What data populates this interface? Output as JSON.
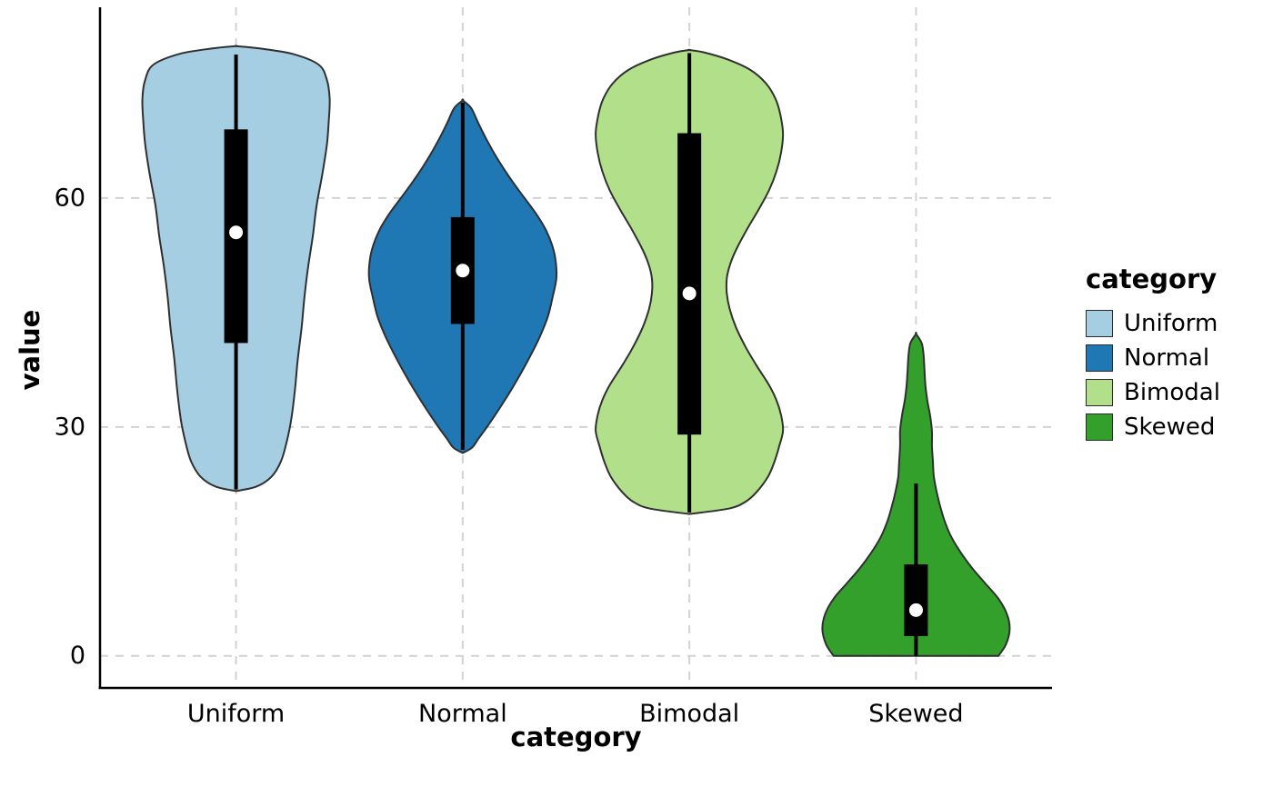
{
  "chart_data": {
    "type": "violin",
    "title": "",
    "xlabel": "category",
    "ylabel": "value",
    "yticks": [
      0,
      30,
      60
    ],
    "ylim": [
      -4.2,
      85
    ],
    "grid": {
      "style": "dashed",
      "color": "#d2d2d2"
    },
    "legend": {
      "title": "category",
      "position": "right"
    },
    "categories": [
      "Uniform",
      "Normal",
      "Bimodal",
      "Skewed"
    ],
    "style": {
      "outline_color": "#2f2f2f",
      "box_color": "#000000",
      "median_dot_color": "#ffffff",
      "axis_color": "#000000"
    },
    "series": [
      {
        "name": "Uniform",
        "color": "#a6cee3",
        "stats": {
          "median": 55.5,
          "q1": 41,
          "q3": 69,
          "min": 21.8,
          "max": 78.8
        },
        "density": [
          [
            21.6,
            0
          ],
          [
            22.2,
            0.22
          ],
          [
            23.5,
            0.38
          ],
          [
            25.5,
            0.48
          ],
          [
            28,
            0.54
          ],
          [
            31,
            0.59
          ],
          [
            35,
            0.63
          ],
          [
            39,
            0.66
          ],
          [
            43,
            0.7
          ],
          [
            47,
            0.73
          ],
          [
            51,
            0.77
          ],
          [
            55,
            0.82
          ],
          [
            59,
            0.86
          ],
          [
            63,
            0.92
          ],
          [
            67,
            0.97
          ],
          [
            70,
            0.99
          ],
          [
            73,
            1.0
          ],
          [
            75.5,
            0.97
          ],
          [
            77.5,
            0.88
          ],
          [
            78.9,
            0.6
          ],
          [
            79.6,
            0.25
          ],
          [
            79.9,
            0
          ]
        ]
      },
      {
        "name": "Normal",
        "color": "#1f78b4",
        "stats": {
          "median": 50.5,
          "q1": 43.5,
          "q3": 57.5,
          "min": 27,
          "max": 72.5
        },
        "density": [
          [
            26.6,
            0
          ],
          [
            27.3,
            0.1
          ],
          [
            28.5,
            0.17
          ],
          [
            30,
            0.26
          ],
          [
            32,
            0.37
          ],
          [
            34.5,
            0.5
          ],
          [
            37,
            0.62
          ],
          [
            39.5,
            0.73
          ],
          [
            42,
            0.83
          ],
          [
            44.5,
            0.91
          ],
          [
            47,
            0.96
          ],
          [
            49.5,
            1.0
          ],
          [
            52,
            0.99
          ],
          [
            54,
            0.95
          ],
          [
            56,
            0.88
          ],
          [
            58,
            0.78
          ],
          [
            60,
            0.66
          ],
          [
            62,
            0.54
          ],
          [
            64,
            0.43
          ],
          [
            66,
            0.33
          ],
          [
            68,
            0.24
          ],
          [
            70,
            0.16
          ],
          [
            71.8,
            0.09
          ],
          [
            72.8,
            0
          ]
        ]
      },
      {
        "name": "Bimodal",
        "color": "#b2df8a",
        "stats": {
          "median": 47.5,
          "q1": 29,
          "q3": 68.5,
          "min": 18.8,
          "max": 79
        },
        "density": [
          [
            18.6,
            0
          ],
          [
            19.3,
            0.42
          ],
          [
            20.2,
            0.6
          ],
          [
            21.5,
            0.72
          ],
          [
            23.5,
            0.84
          ],
          [
            25.5,
            0.91
          ],
          [
            27.5,
            0.96
          ],
          [
            29.5,
            1.0
          ],
          [
            31.5,
            0.98
          ],
          [
            33.5,
            0.93
          ],
          [
            35.5,
            0.85
          ],
          [
            38,
            0.72
          ],
          [
            40.5,
            0.6
          ],
          [
            43,
            0.5
          ],
          [
            45.5,
            0.43
          ],
          [
            47.5,
            0.4
          ],
          [
            49.5,
            0.4
          ],
          [
            51.5,
            0.44
          ],
          [
            53.5,
            0.51
          ],
          [
            56,
            0.62
          ],
          [
            58.5,
            0.74
          ],
          [
            61,
            0.85
          ],
          [
            63.5,
            0.93
          ],
          [
            66,
            0.98
          ],
          [
            68.5,
            1.0
          ],
          [
            71,
            0.97
          ],
          [
            73,
            0.92
          ],
          [
            75,
            0.82
          ],
          [
            76.8,
            0.65
          ],
          [
            78.2,
            0.4
          ],
          [
            79.1,
            0.15
          ],
          [
            79.4,
            0
          ]
        ]
      },
      {
        "name": "Skewed",
        "color": "#33a02c",
        "stats": {
          "median": 6,
          "q1": 2.6,
          "q3": 12,
          "min": 0,
          "max": 22.6
        },
        "density": [
          [
            0,
            0.88
          ],
          [
            1.5,
            0.96
          ],
          [
            3.5,
            1.0
          ],
          [
            5.5,
            0.97
          ],
          [
            7.5,
            0.88
          ],
          [
            9.5,
            0.74
          ],
          [
            11.5,
            0.6
          ],
          [
            13.5,
            0.48
          ],
          [
            15.5,
            0.38
          ],
          [
            17.5,
            0.31
          ],
          [
            19.5,
            0.26
          ],
          [
            21.5,
            0.22
          ],
          [
            23.5,
            0.19
          ],
          [
            25.5,
            0.18
          ],
          [
            27.5,
            0.17
          ],
          [
            29.5,
            0.17
          ],
          [
            31.5,
            0.15
          ],
          [
            33.5,
            0.12
          ],
          [
            35.5,
            0.1
          ],
          [
            37.5,
            0.09
          ],
          [
            39.5,
            0.08
          ],
          [
            41,
            0.06
          ],
          [
            42.2,
            0
          ]
        ]
      }
    ]
  }
}
